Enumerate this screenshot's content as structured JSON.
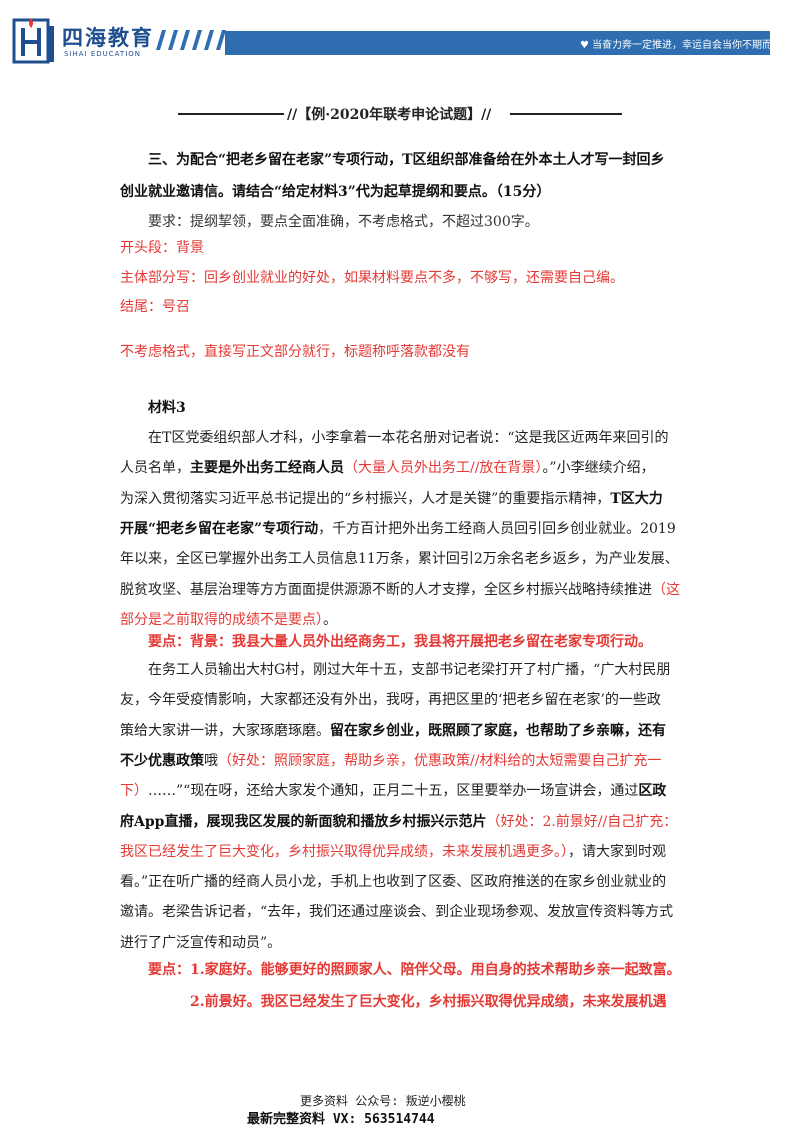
{
  "header": {
    "logo_text": "四海教育",
    "logo_sub": "SIHAI EDUCATION",
    "slogan": "当奋力奔一定推进，幸运自会当你不期而遇！",
    "brand_color": "#2e6db0"
  },
  "title": "//【例·2020年联考申论试题】//",
  "question": {
    "line1": "三、为配合“把老乡留在老家”专项行动，T区组织部准备给在外本土人才写一封回乡",
    "line2": "创业就业邀请信。请结合“给定材料3”代为起草提纲和要点。（15分）",
    "requirement": "要求：提纲挈领，要点全面准确，不考虑格式，不超过300字。"
  },
  "notes": {
    "opening": "开头段：背景",
    "main": "主体部分写：回乡创业就业的好处，如果材料要点不多，不够写，还需要自己编。",
    "ending": "结尾：号召",
    "format": "不考虑格式，直接写正文部分就行，标题称呼落款都没有"
  },
  "material": {
    "heading": "材料3",
    "p1": [
      [
        {
          "t": "在T区党委组织部人才科，小李拿着一本花名册对记者说：“这是我区近两年来回引的",
          "s": ""
        }
      ],
      [
        {
          "t": "人员名单，",
          "s": ""
        },
        {
          "t": "主要是外出务工经商人员",
          "s": "bold"
        },
        {
          "t": "（大量人员外出务工//放在背景）",
          "s": "red"
        },
        {
          "t": "。”小李继续介绍，",
          "s": ""
        }
      ],
      [
        {
          "t": "为深入贯彻落实习近平总书记提出的“乡村振兴，人才是关键”的重要指示精神，",
          "s": ""
        },
        {
          "t": "T区大力",
          "s": "bold"
        }
      ],
      [
        {
          "t": "开展“把老乡留在老家”专项行动",
          "s": "bold"
        },
        {
          "t": "，千方百计把外出务工经商人员回引回乡创业就业。2019",
          "s": ""
        }
      ],
      [
        {
          "t": "年以来，全区已掌握外出务工人员信息11万条，累计回引2万余名老乡返乡，为产业发展、",
          "s": ""
        }
      ],
      [
        {
          "t": "脱贫攻坚、基层治理等方方面面提供源源不断的人才支撑，全区乡村振兴战略持续推进",
          "s": ""
        },
        {
          "t": "（这",
          "s": "red"
        }
      ],
      [
        {
          "t": "部分是之前取得的成绩不是要点）",
          "s": "red"
        },
        {
          "t": "。",
          "s": ""
        }
      ]
    ],
    "key1": "要点：背景：我县大量人员外出经商务工，我县将开展把老乡留在老家专项行动。",
    "p2": [
      [
        {
          "t": "在务工人员输出大村G村，刚过大年十五，支部书记老梁打开了村广播，“广大村民朋",
          "s": ""
        }
      ],
      [
        {
          "t": "友，今年受疫情影响，大家都还没有外出，我呀，再把区里的‘把老乡留在老家’的一些政",
          "s": ""
        }
      ],
      [
        {
          "t": "策给大家讲一讲，大家琢磨琢磨。",
          "s": ""
        },
        {
          "t": "留在家乡创业，既照顾了家庭，也帮助了乡亲嘛，还有",
          "s": "bold"
        }
      ],
      [
        {
          "t": "不少优惠政策",
          "s": "bold"
        },
        {
          "t": "哦",
          "s": ""
        },
        {
          "t": "（好处：照顾家庭，帮助乡亲，优惠政策//材料给的太短需要自己扩充一",
          "s": "red"
        }
      ],
      [
        {
          "t": "下）",
          "s": "red"
        },
        {
          "t": "……”“现在呀，还给大家发个通知，正月二十五，区里要举办一场宣讲会，通过",
          "s": ""
        },
        {
          "t": "区政",
          "s": "bold"
        }
      ],
      [
        {
          "t": "府App直播，展现我区发展的新面貌和播放乡村振兴示范片",
          "s": "bold"
        },
        {
          "t": "（好处：2.前景好//自己扩充：",
          "s": "red"
        }
      ],
      [
        {
          "t": "我区已经发生了巨大变化，乡村振兴取得优异成绩，未来发展机遇更多。）",
          "s": "red"
        },
        {
          "t": "，请大家到时观",
          "s": ""
        }
      ],
      [
        {
          "t": "看。”正在听广播的经商人员小龙，手机上也收到了区委、区政府推送的在家乡创业就业的",
          "s": ""
        }
      ],
      [
        {
          "t": "邀请。老梁告诉记者，“去年，我们还通过座谈会、到企业现场参观、发放宣传资料等方式",
          "s": ""
        }
      ],
      [
        {
          "t": "进行了广泛宣传和动员”。",
          "s": ""
        }
      ]
    ],
    "key2_line1": "要点：1.家庭好。能够更好的照顾家人、陪伴父母。用自身的技术帮助乡亲一起致富。",
    "key2_line2": "2.前景好。我区已经发生了巨大变化，乡村振兴取得优异成绩，未来发展机遇"
  },
  "footer": {
    "line1": "更多资料 公众号: 叛逆小樱桃",
    "line2": "最新完整资料 VX: 563514744"
  }
}
